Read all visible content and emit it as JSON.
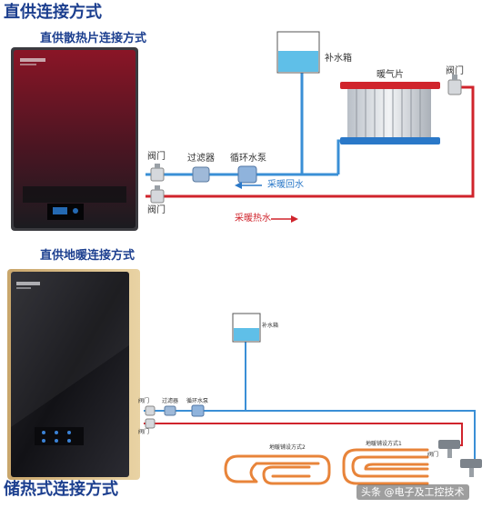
{
  "titles": {
    "direct": "直供连接方式",
    "radiator": "直供散热片连接方式",
    "floor": "直供地暖连接方式",
    "storage": "储热式连接方式"
  },
  "radiator_diagram": {
    "tank": "补水箱",
    "radiator": "暖气片",
    "valve_right": "阀门",
    "valve_top": "阀门",
    "valve_bottom": "阀门",
    "filter": "过滤器",
    "pump": "循环水泵",
    "return_label": "采暖回水",
    "supply_label": "采暖热水"
  },
  "floor_diagram": {
    "tank": "补水箱",
    "valve_top": "阀门",
    "valve_bottom": "阀门",
    "filter": "过滤器",
    "pump": "循环水泵",
    "loop2": "地暖铺设方式2",
    "loop1": "地暖铺设方式1",
    "manifold_valve": "阀门"
  },
  "colors": {
    "title": "#1c3f8f",
    "cold_pipe": "#3a8fd6",
    "hot_pipe": "#d0242c",
    "floor_pipe": "#e8843a",
    "heater_top": "#7a1322",
    "heater_bottom": "#1b1b1f",
    "tank_water": "#5fbfe8"
  },
  "watermark": "头条 @电子及工控技术"
}
